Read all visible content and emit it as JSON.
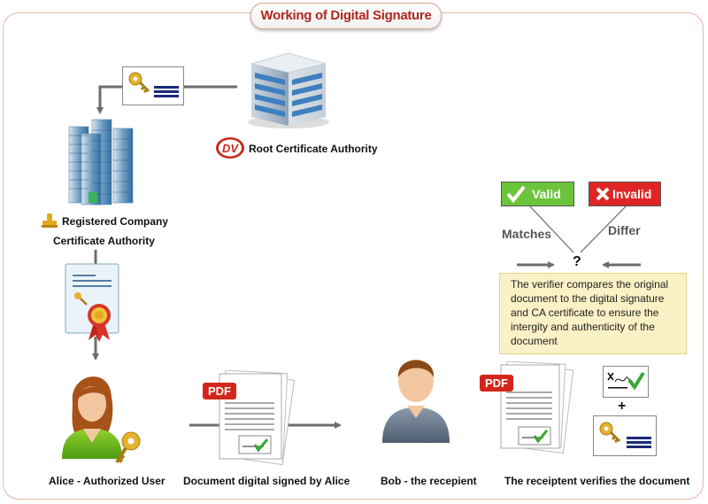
{
  "title": "Working of Digital Signature",
  "logo_text": "DV",
  "labels": {
    "root_ca": "Root Certificate Authority",
    "registered_company": "Registered Company",
    "certificate_authority": "Certificate Authority",
    "alice": "Alice - Authorized User",
    "document_signed": "Document digital signed by Alice",
    "bob": "Bob - the recepient",
    "verifies": "The receiptent verifies the document",
    "valid": "Valid",
    "invalid": "Invalid",
    "matches": "Matches",
    "differ": "Differ",
    "question": "?",
    "plus": "+",
    "pdf": "PDF",
    "info": "The verifier compares the original document to the digital signature and CA certificate to ensure the intergity and authenticity of the document"
  },
  "colors": {
    "title": "#b1261b",
    "valid": "#6cc43b",
    "invalid": "#e02424",
    "arrow": "#6d6d6d",
    "info_bg": "#fbf1c6"
  },
  "icons": [
    "building-icon",
    "skyscraper-icon",
    "certificate-icon",
    "key-icon",
    "user-icon",
    "document-icon",
    "check-icon",
    "cross-icon"
  ]
}
